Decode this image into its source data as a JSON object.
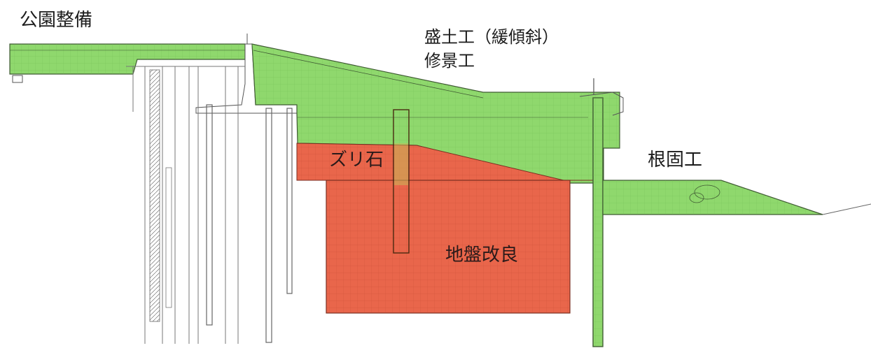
{
  "labels": {
    "park": "公園整備",
    "embankment": "盛土工（緩傾斜）",
    "landscape": "修景工",
    "root_protection": "根固工",
    "rubble": "ズリ石",
    "ground_improvement": "地盤改良"
  },
  "colors": {
    "fill_green": "#8fd86d",
    "fill_red": "#e9664b",
    "line_dark": "#3f5a33",
    "grid_green": "#6fb74f",
    "grid_red": "#c9503a",
    "pile_line": "#7a7a7a"
  }
}
